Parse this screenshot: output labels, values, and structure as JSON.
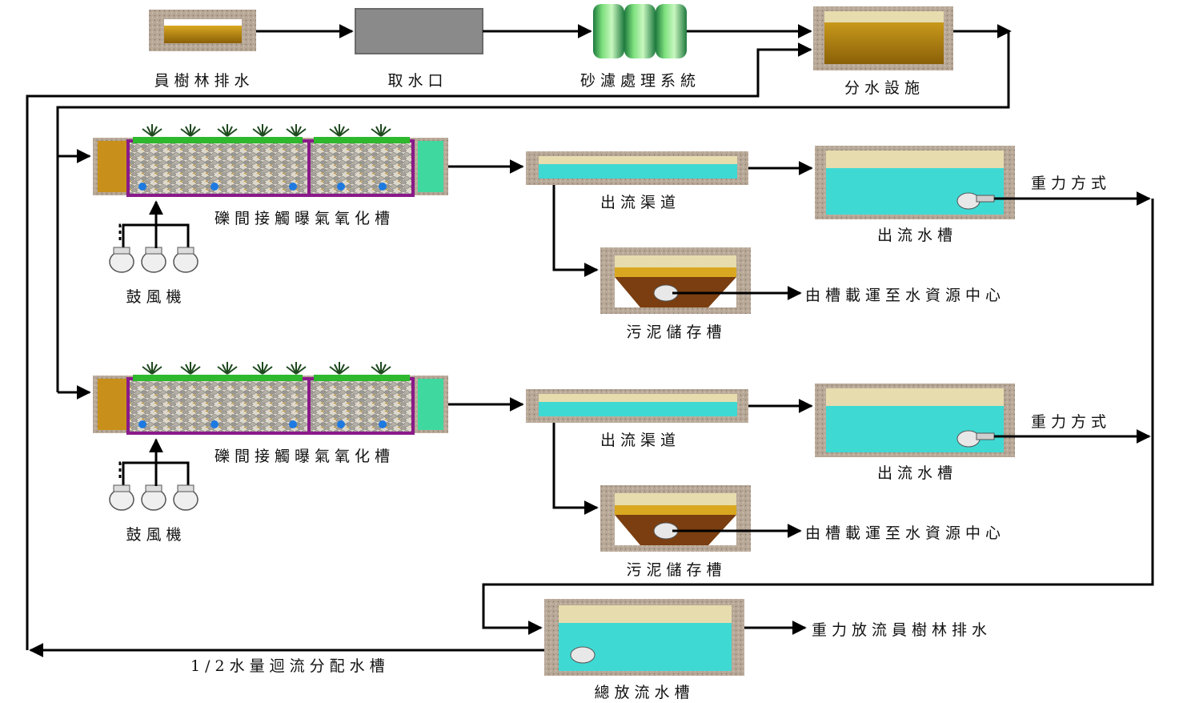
{
  "colors": {
    "line": "#000000",
    "concrete": "#b8a898",
    "water": "#3fd9d4",
    "sand": "#e6dcae",
    "sludge": "#7a3e10",
    "frame": "#8a1a8a",
    "plant": "#2db82d",
    "filter": "#2f9a4f"
  },
  "labels": {
    "source": "員樹林排水",
    "intake": "取水口",
    "sand_filter": "砂濾處理系統",
    "distribution": "分水設施",
    "reactor_1": "礫間接觸曝氣氧化槽",
    "reactor_2": "礫間接觸曝氣氧化槽",
    "blower_1": "鼓風機",
    "blower_2": "鼓風機",
    "channel_1": "出流渠道",
    "channel_2": "出流渠道",
    "outflow_tank_1": "出流水槽",
    "outflow_tank_2": "出流水槽",
    "gravity_1": "重力方式",
    "gravity_2": "重力方式",
    "sludge_tank_1": "污泥儲存槽",
    "sludge_tank_2": "污泥儲存槽",
    "sludge_out_1": "由槽載運至水資源中心",
    "sludge_out_2": "由槽載運至水資源中心",
    "total_tank": "總放流水槽",
    "discharge": "重力放流員樹林排水",
    "recirculation": "1/2水量迴流分配水槽"
  }
}
